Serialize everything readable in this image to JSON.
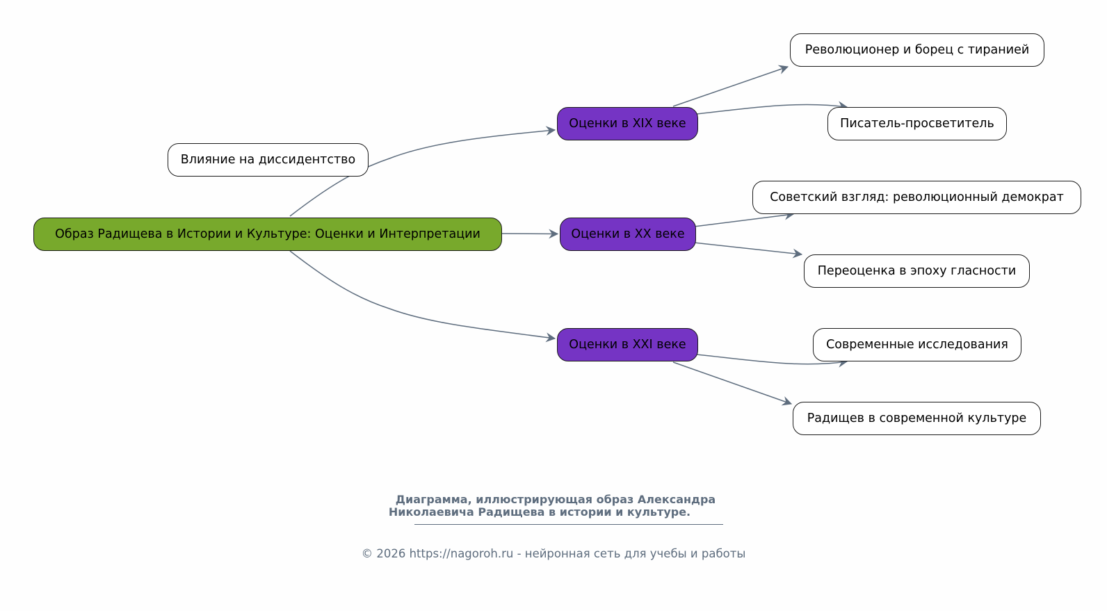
{
  "diagram": {
    "root": {
      "id": "root",
      "label": "Образ Радищева в Истории и Культуре: Оценки и Интерпретации"
    },
    "nodes": [
      {
        "id": "n_diss",
        "label": "Влияние на диссидентство",
        "type": "leaf"
      },
      {
        "id": "c19",
        "label": "Оценки в XIX веке",
        "type": "category"
      },
      {
        "id": "c20",
        "label": "Оценки в XX веке",
        "type": "category"
      },
      {
        "id": "c21",
        "label": "Оценки в XXI веке",
        "type": "category"
      },
      {
        "id": "l_rev",
        "label": "Революционер и борец с тиранией",
        "type": "leaf"
      },
      {
        "id": "l_writer",
        "label": "Писатель-просветитель",
        "type": "leaf"
      },
      {
        "id": "l_soviet",
        "label": "Советский взгляд: революционный демократ",
        "type": "leaf"
      },
      {
        "id": "l_glas",
        "label": "Переоценка в эпоху гласности",
        "type": "leaf"
      },
      {
        "id": "l_modern",
        "label": "Современные исследования",
        "type": "leaf"
      },
      {
        "id": "l_culture",
        "label": "Радищев в современной культуре",
        "type": "leaf"
      }
    ],
    "edges": [
      {
        "from": "root",
        "to": "c19"
      },
      {
        "from": "root",
        "to": "c20"
      },
      {
        "from": "root",
        "to": "c21"
      },
      {
        "from": "c19",
        "to": "l_rev"
      },
      {
        "from": "c19",
        "to": "l_writer"
      },
      {
        "from": "c20",
        "to": "l_soviet"
      },
      {
        "from": "c20",
        "to": "l_glas"
      },
      {
        "from": "c21",
        "to": "l_modern"
      },
      {
        "from": "c21",
        "to": "l_culture"
      }
    ],
    "colors": {
      "root": "#78a92c",
      "category": "#7534c4",
      "leaf": "#ffffff",
      "edge": "#5e6d7e",
      "caption": "#5e6d7e"
    }
  },
  "caption": {
    "title_line1": "Диаграмма, иллюстрирующая образ Александра",
    "title_line2": "Николаевича Радищева в истории и культуре.",
    "copyright": "© 2026 https://nagoroh.ru - нейронная сеть для учебы и работы"
  }
}
